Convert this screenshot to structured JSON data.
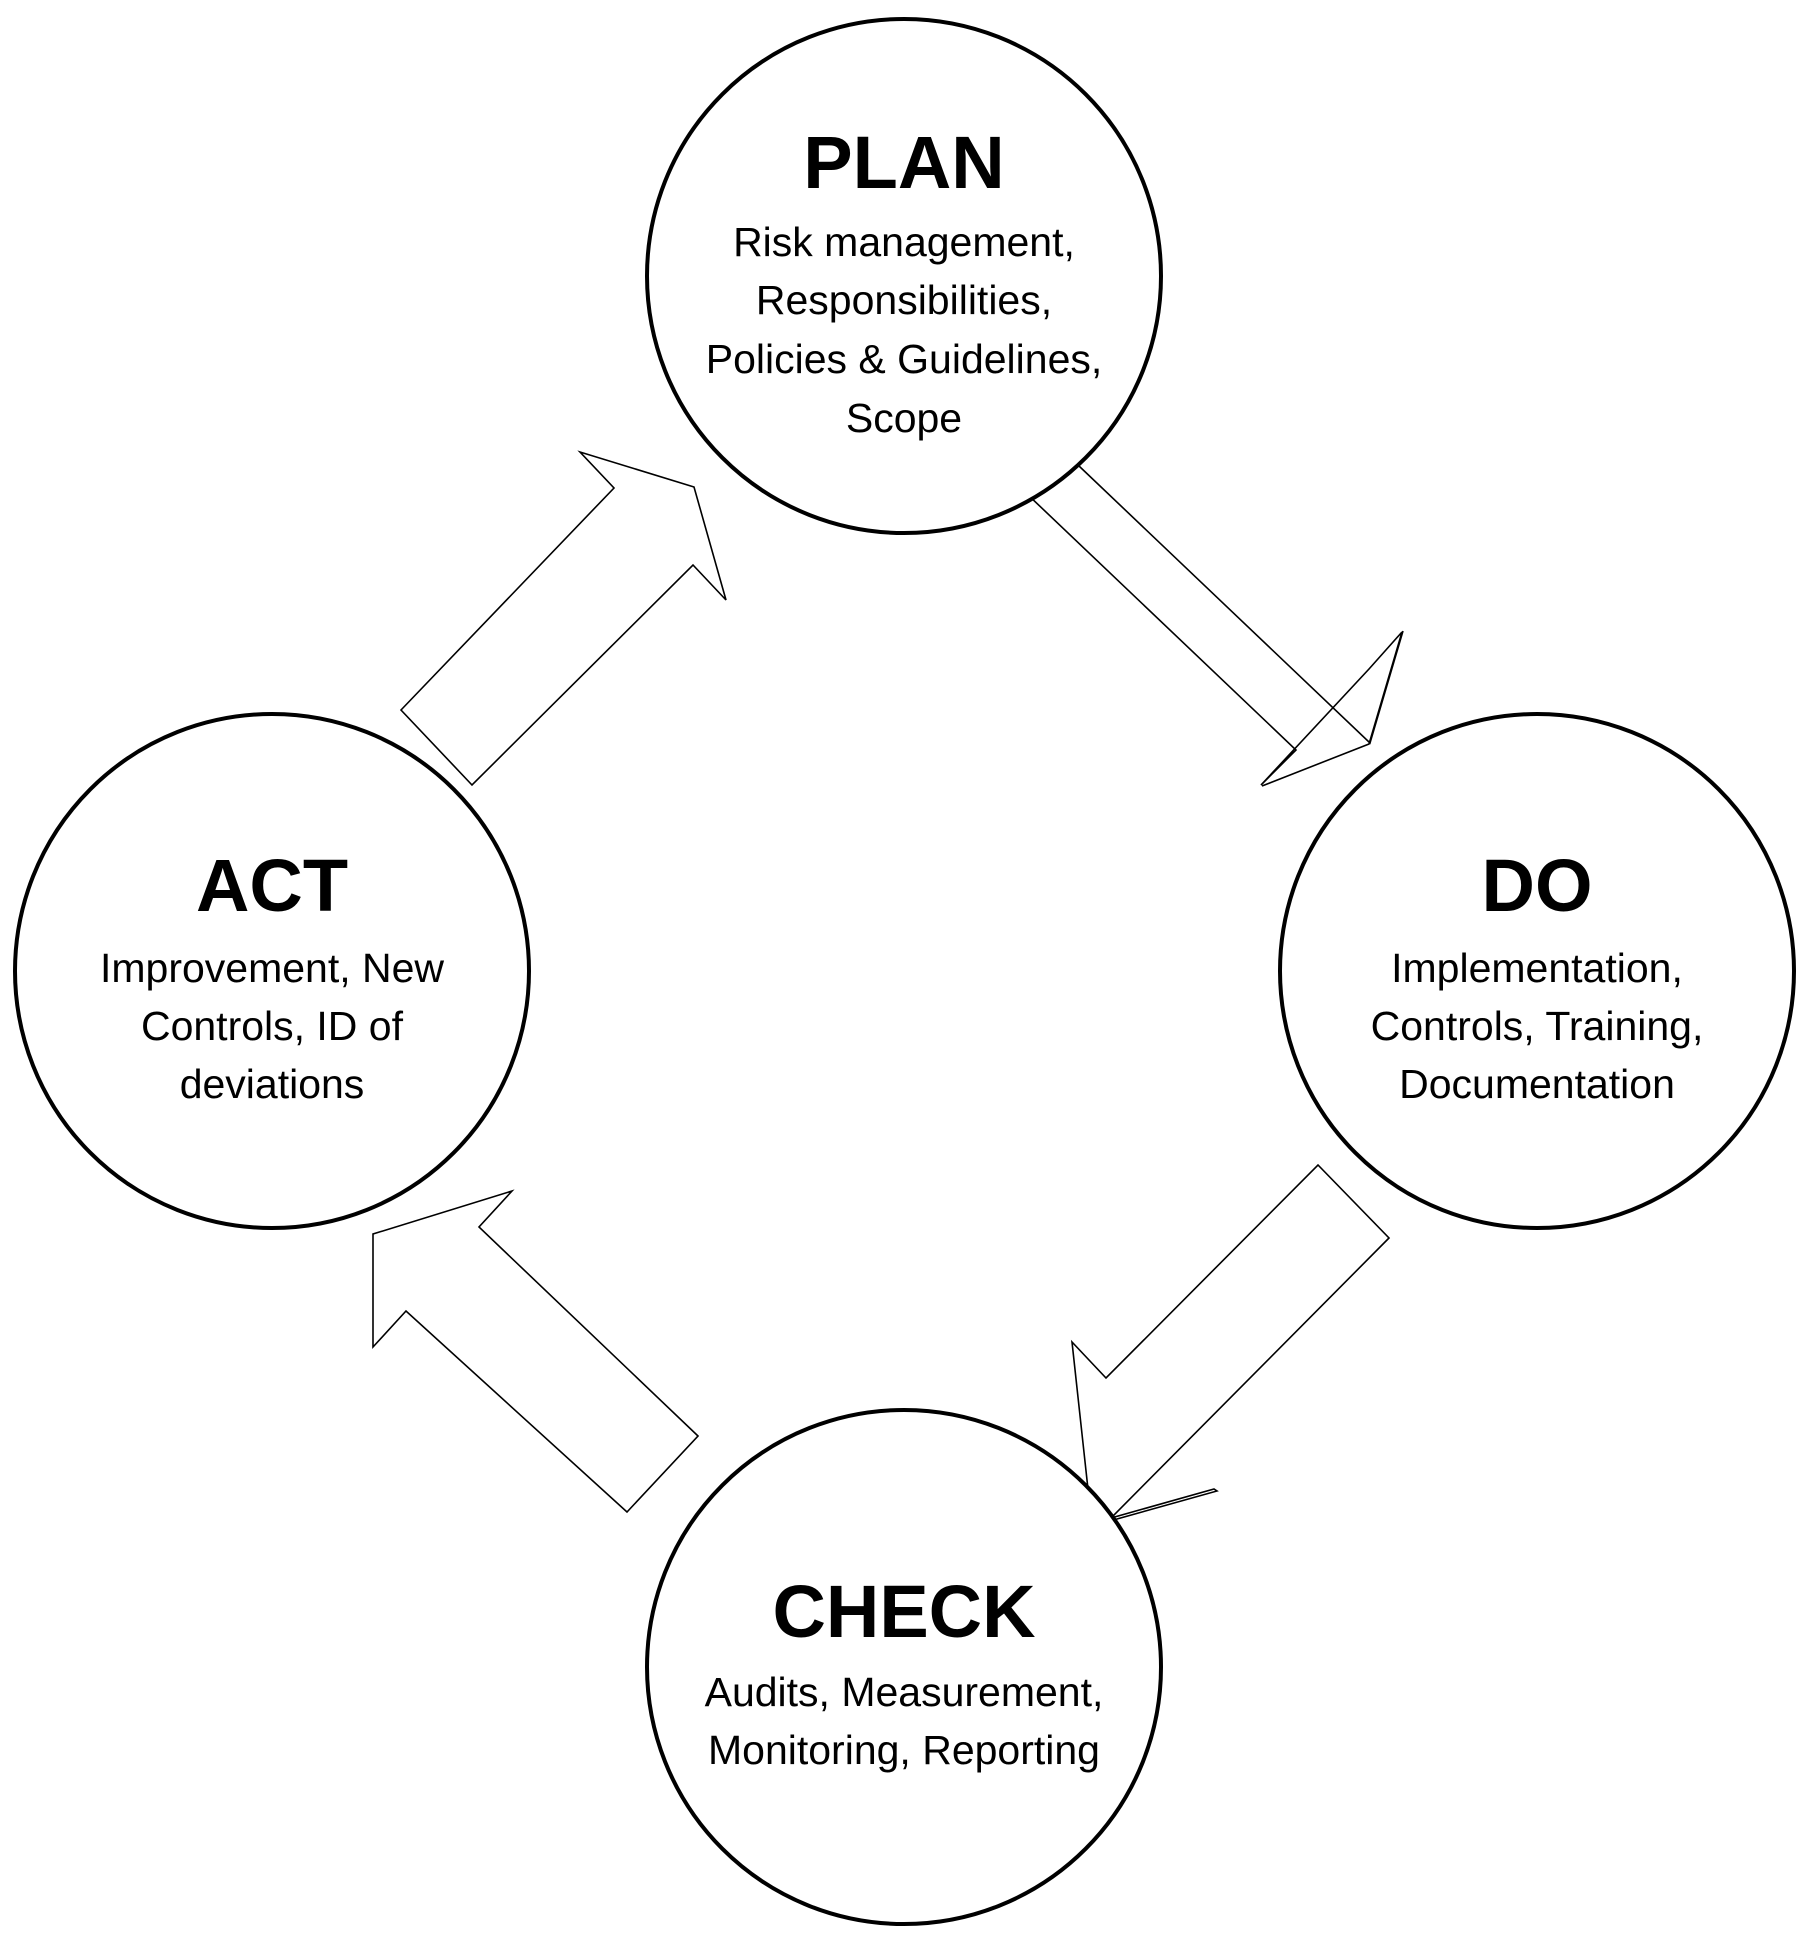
{
  "diagram": {
    "stages": {
      "plan": {
        "title": "PLAN",
        "lines": [
          "Risk management,",
          "Responsibilities,",
          "Policies & Guidelines,",
          "Scope"
        ]
      },
      "do": {
        "title": "DO",
        "lines": [
          "Implementation,",
          "Controls, Training,",
          "Documentation"
        ]
      },
      "check": {
        "title": "CHECK",
        "lines": [
          "Audits, Measurement,",
          "Monitoring, Reporting"
        ]
      },
      "act": {
        "title": "ACT",
        "lines": [
          "Improvement, New",
          "Controls, ID of",
          "deviations"
        ]
      }
    },
    "flow": [
      "plan",
      "do",
      "check",
      "act",
      "plan"
    ],
    "colors": {
      "stroke": "#000000",
      "fill": "#ffffff",
      "text": "#000000"
    }
  }
}
